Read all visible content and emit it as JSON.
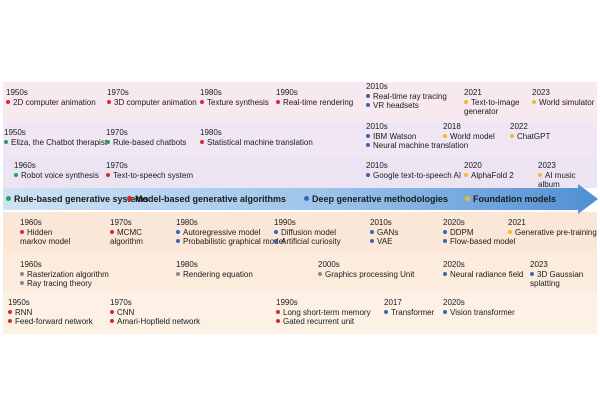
{
  "colors": {
    "red": "#d62b2b",
    "green": "#22a25a",
    "blue": "#3b63b5",
    "yellow": "#f1b92b",
    "gray": "#8a8a8a",
    "arrow": "#5c9bd8"
  },
  "arrow": {
    "stages": [
      {
        "label": "Rule-based generative systems",
        "color": "#22a25a"
      },
      {
        "label": "Model-based generative algorithms",
        "color": "#d62b2b"
      },
      {
        "label": "Deep generative methodologies",
        "color": "#3b63b5"
      },
      {
        "label": "Foundation models",
        "color": "#f1b92b"
      }
    ]
  },
  "top": {
    "row1": [
      {
        "year": "1950s",
        "items": [
          {
            "text": "2D computer animation",
            "color": "red"
          }
        ]
      },
      {
        "year": "1970s",
        "items": [
          {
            "text": "3D computer animation",
            "color": "red"
          }
        ]
      },
      {
        "year": "1980s",
        "items": [
          {
            "text": "Texture synthesis",
            "color": "red"
          }
        ]
      },
      {
        "year": "1990s",
        "items": [
          {
            "text": "Real-time rendering",
            "color": "red"
          }
        ]
      },
      {
        "year": "2010s",
        "items": [
          {
            "text": "Real-time ray tracing",
            "color": "blue"
          },
          {
            "text": "VR headsets",
            "color": "blue"
          }
        ]
      },
      {
        "year": "2021",
        "items": [
          {
            "text": "Text-to-image generator",
            "color": "yellow"
          }
        ]
      },
      {
        "year": "2023",
        "items": [
          {
            "text": "World simulator",
            "color": "yellow"
          }
        ]
      }
    ],
    "row2": [
      {
        "year": "1950s",
        "items": [
          {
            "text": "Eliza, the Chatbot therapist",
            "color": "green"
          }
        ]
      },
      {
        "year": "1970s",
        "items": [
          {
            "text": "Rule-based chatbots",
            "color": "green"
          }
        ]
      },
      {
        "year": "1980s",
        "items": [
          {
            "text": "Statistical machine translation",
            "color": "red"
          }
        ]
      },
      {
        "year": "2010s",
        "items": [
          {
            "text": "IBM Watson",
            "color": "blue"
          },
          {
            "text": "Neural machine translation",
            "color": "blue"
          }
        ]
      },
      {
        "year": "2018",
        "items": [
          {
            "text": "World model",
            "color": "yellow"
          }
        ]
      },
      {
        "year": "2022",
        "items": [
          {
            "text": "ChatGPT",
            "color": "yellow"
          }
        ]
      }
    ],
    "row3": [
      {
        "year": "1960s",
        "items": [
          {
            "text": "Robot voice synthesis",
            "color": "green"
          }
        ]
      },
      {
        "year": "1970s",
        "items": [
          {
            "text": "Text-to-speech system",
            "color": "red"
          }
        ]
      },
      {
        "year": "2010s",
        "items": [
          {
            "text": "Google text-to-speech AI",
            "color": "blue"
          }
        ]
      },
      {
        "year": "2020",
        "items": [
          {
            "text": "AlphaFold 2",
            "color": "yellow"
          }
        ]
      },
      {
        "year": "2023",
        "items": [
          {
            "text": "AI music album",
            "color": "yellow"
          }
        ]
      }
    ]
  },
  "bottom": {
    "row1": [
      {
        "year": "1960s",
        "items": [
          {
            "text": "Hidden markov model",
            "color": "red"
          }
        ]
      },
      {
        "year": "1970s",
        "items": [
          {
            "text": "MCMC algorithm",
            "color": "red"
          }
        ]
      },
      {
        "year": "1980s",
        "items": [
          {
            "text": "Autoregressive model",
            "color": "blue"
          },
          {
            "text": "Probabilistic graphical model",
            "color": "blue"
          }
        ]
      },
      {
        "year": "1990s",
        "items": [
          {
            "text": "Diffusion model",
            "color": "blue"
          },
          {
            "text": "Artificial curiosity",
            "color": "blue"
          }
        ]
      },
      {
        "year": "2010s",
        "items": [
          {
            "text": "GANs",
            "color": "blue"
          },
          {
            "text": "VAE",
            "color": "blue"
          }
        ]
      },
      {
        "year": "2020s",
        "items": [
          {
            "text": "DDPM",
            "color": "blue"
          },
          {
            "text": "Flow-based model",
            "color": "blue"
          }
        ]
      },
      {
        "year": "2021",
        "items": [
          {
            "text": "Generative pre-training",
            "color": "yellow"
          }
        ]
      }
    ],
    "row2": [
      {
        "year": "1960s",
        "items": [
          {
            "text": "Rasterization algorithm",
            "color": "gray"
          },
          {
            "text": "Ray tracing theory",
            "color": "gray"
          }
        ]
      },
      {
        "year": "1980s",
        "items": [
          {
            "text": "Rendering equation",
            "color": "gray"
          }
        ]
      },
      {
        "year": "2000s",
        "items": [
          {
            "text": "Graphics processing Unit",
            "color": "gray"
          }
        ]
      },
      {
        "year": "2020s",
        "items": [
          {
            "text": "Neural radiance field",
            "color": "blue"
          }
        ]
      },
      {
        "year": "2023",
        "items": [
          {
            "text": "3D Gaussian splatting",
            "color": "blue"
          }
        ]
      }
    ],
    "row3": [
      {
        "year": "1950s",
        "items": [
          {
            "text": "RNN",
            "color": "red"
          },
          {
            "text": "Feed-forward network",
            "color": "red"
          }
        ]
      },
      {
        "year": "1970s",
        "items": [
          {
            "text": "CNN",
            "color": "red"
          },
          {
            "text": "Amari-Hopfield network",
            "color": "red"
          }
        ]
      },
      {
        "year": "1990s",
        "items": [
          {
            "text": "Long short-term memory",
            "color": "red"
          },
          {
            "text": "Gated recurrent unit",
            "color": "red"
          }
        ]
      },
      {
        "year": "2017",
        "items": [
          {
            "text": "Transformer",
            "color": "blue"
          }
        ]
      },
      {
        "year": "2020s",
        "items": [
          {
            "text": "Vision transformer",
            "color": "blue"
          }
        ]
      }
    ]
  }
}
